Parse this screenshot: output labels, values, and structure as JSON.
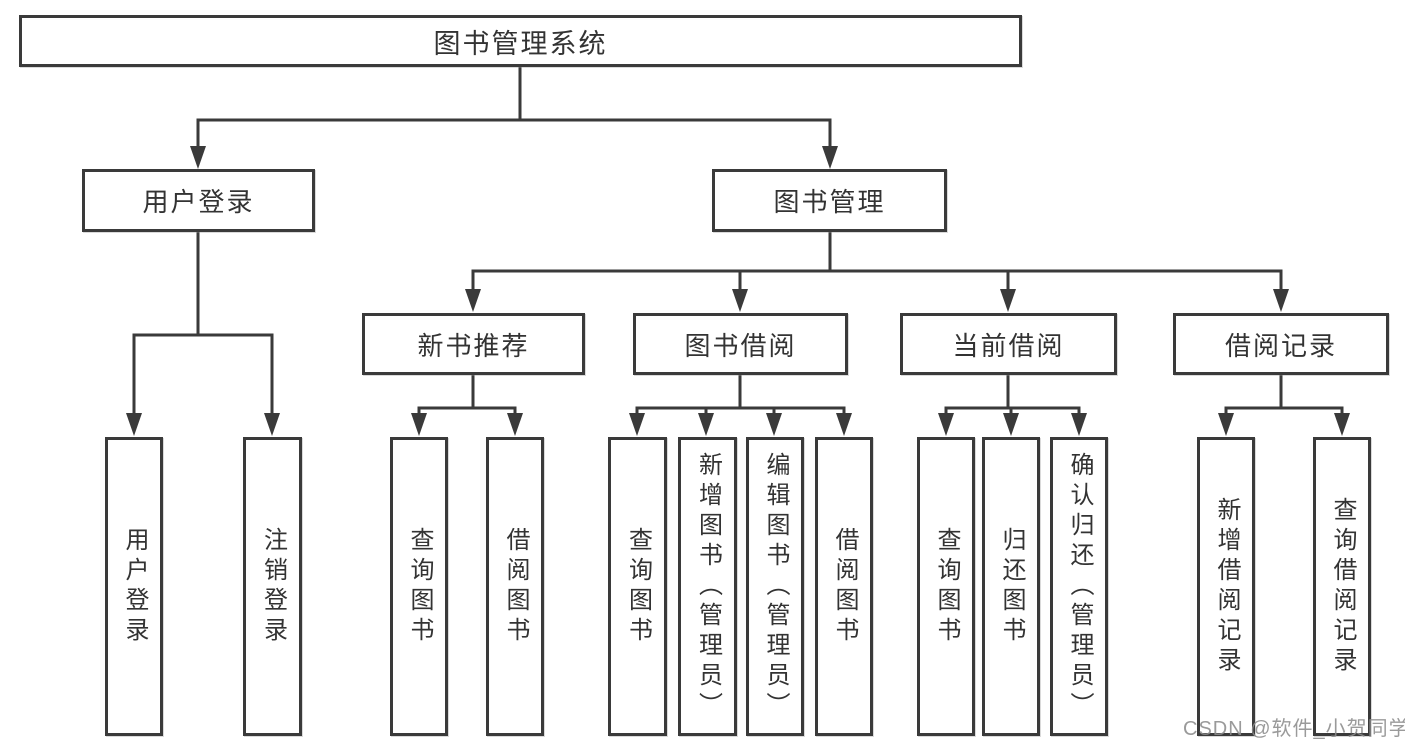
{
  "diagram_title": "图书管理系统",
  "watermark": "CSDN @软件_小贺同学",
  "colors": {
    "line": "#3a3a3a",
    "border": "#3a3a3a",
    "text": "#333333",
    "watermark": "#8c8c8c",
    "background": "#ffffff"
  },
  "nodes": {
    "root": {
      "label": "图书管理系统"
    },
    "level2": [
      {
        "id": "user-login",
        "label": "用户登录"
      },
      {
        "id": "book-management",
        "label": "图书管理"
      }
    ],
    "level3": [
      {
        "id": "new-book-recommend",
        "label": "新书推荐",
        "parent": "图书管理"
      },
      {
        "id": "book-borrow",
        "label": "图书借阅",
        "parent": "图书管理"
      },
      {
        "id": "current-borrow",
        "label": "当前借阅",
        "parent": "图书管理"
      },
      {
        "id": "borrow-records",
        "label": "借阅记录",
        "parent": "图书管理"
      }
    ],
    "leaves": [
      {
        "id": "user-login-action",
        "label": "用户登录",
        "parent": "用户登录"
      },
      {
        "id": "logout-action",
        "label": "注销登录",
        "parent": "用户登录"
      },
      {
        "id": "query-books-recommend",
        "label": "查询图书",
        "parent": "新书推荐"
      },
      {
        "id": "borrow-books-recommend",
        "label": "借阅图书",
        "parent": "新书推荐"
      },
      {
        "id": "query-books-borrow",
        "label": "查询图书",
        "parent": "图书借阅"
      },
      {
        "id": "add-books-admin",
        "label": "新增图书（管理员）",
        "parent": "图书借阅"
      },
      {
        "id": "edit-books-admin",
        "label": "编辑图书（管理员）",
        "parent": "图书借阅"
      },
      {
        "id": "borrow-books",
        "label": "借阅图书",
        "parent": "图书借阅"
      },
      {
        "id": "query-books-current",
        "label": "查询图书",
        "parent": "当前借阅"
      },
      {
        "id": "return-books",
        "label": "归还图书",
        "parent": "当前借阅"
      },
      {
        "id": "confirm-return-admin",
        "label": "确认归还（管理员）",
        "parent": "当前借阅"
      },
      {
        "id": "add-borrow-record",
        "label": "新增借阅记录",
        "parent": "借阅记录"
      },
      {
        "id": "query-borrow-record",
        "label": "查询借阅记录",
        "parent": "借阅记录"
      }
    ]
  }
}
